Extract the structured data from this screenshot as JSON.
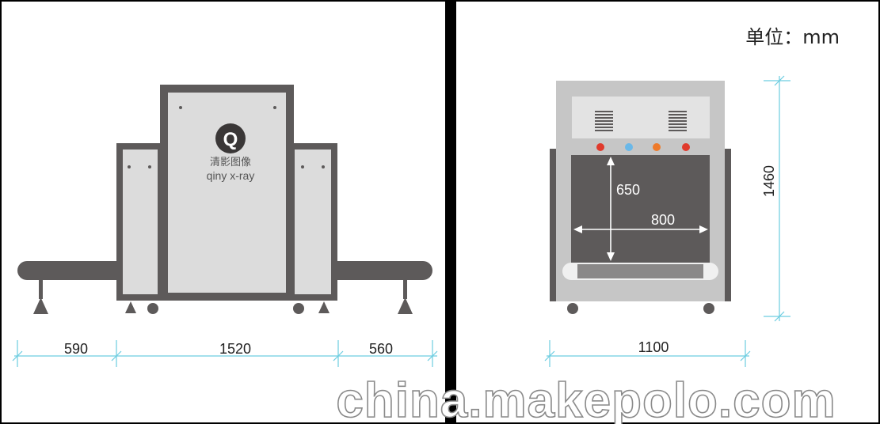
{
  "unit_label": "单位：mm",
  "brand": {
    "logo_letter": "Q",
    "name_cn": "清影图像",
    "name_en": "qiny x-ray"
  },
  "side_view": {
    "dimensions": [
      "590",
      "1520",
      "560"
    ]
  },
  "front_view": {
    "tunnel_height": "650",
    "tunnel_width": "800",
    "overall_width": "1100",
    "overall_height": "1460",
    "indicator_colors": [
      "#e03a2c",
      "#6ab8e8",
      "#ee7a2a",
      "#e03a2c"
    ]
  },
  "watermark": "china.makepolo.com",
  "colors": {
    "body_dark": "#5d5a5a",
    "panel_light": "#dcdcdc",
    "frame_front": "#c6c6c6",
    "dim_line": "#6ccde0"
  }
}
